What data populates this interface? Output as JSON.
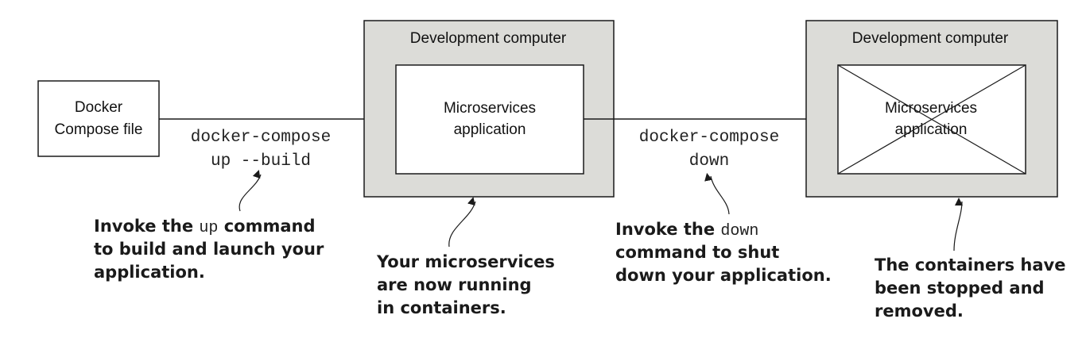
{
  "diagram": {
    "colors": {
      "stroke": "#1a1a1a",
      "container_fill": "#dcdcd8",
      "box_fill": "#ffffff"
    },
    "source_box": {
      "lines": [
        "Docker",
        "Compose file"
      ]
    },
    "command_up": {
      "lines": [
        "docker-compose",
        "up --build"
      ]
    },
    "running_computer": {
      "title": "Development computer",
      "app_lines": [
        "Microservices",
        "application"
      ]
    },
    "command_down": {
      "lines": [
        "docker-compose",
        "down"
      ]
    },
    "stopped_computer": {
      "title": "Development computer",
      "app_lines": [
        "Microservices",
        "application"
      ],
      "crossed_out": true
    },
    "annotations": {
      "up_note": {
        "line1_before": "Invoke the ",
        "line1_code": "up",
        "line1_after": " command",
        "line2": "to build and launch your",
        "line3": "application."
      },
      "running_note": {
        "line1": "Your microservices",
        "line2": "are now running",
        "line3": "in containers."
      },
      "down_note": {
        "line1_before": "Invoke the ",
        "line1_code": "down",
        "line2": "command to shut",
        "line3": "down your application."
      },
      "stopped_note": {
        "line1": "The containers have",
        "line2": "been stopped and",
        "line3": "removed."
      }
    }
  }
}
